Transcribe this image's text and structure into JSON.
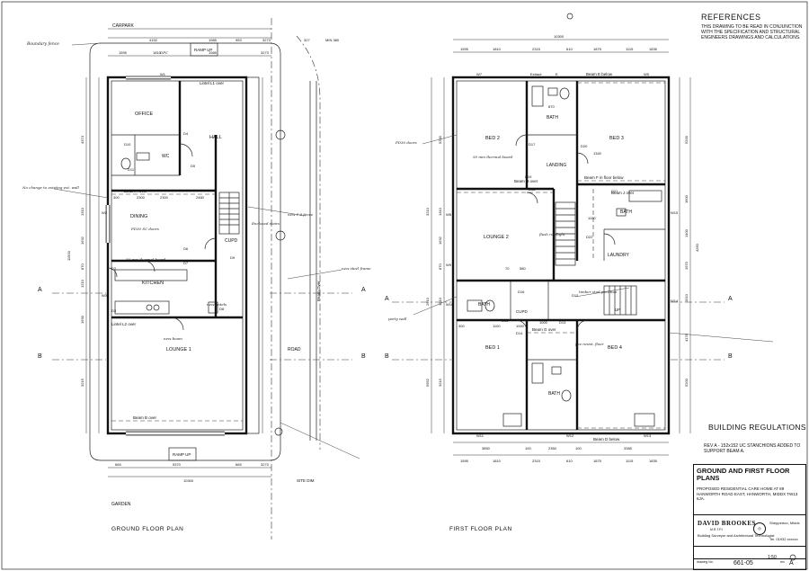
{
  "references": {
    "title": "REFERENCES",
    "note": "THIS DRAWING TO BE READ IN CONJUNCTION WITH THE SPECIFICATION AND STRUCTURAL ENGINEERS DRAWINGS AND CALCULATIONS."
  },
  "building_regulations": "BUILDING REGULATIONS",
  "revision_note": "REV A - 152x152 UC STANCHIONS ADDED TO SUPPORT BEAM A.",
  "title_block": {
    "title": "GROUND AND FIRST FLOOR PLANS",
    "project": "PROPOSED RESIDENTIAL CARE HOME AT 89 HANWORTH ROAD EAST, HANWORTH, MIDDX TW13 6JA.",
    "firm": "DAVID BROOKES",
    "firm_quals": "M.R.T.P.I",
    "firm_desc": "Building Surveyor and Architectural Technologist",
    "town": "Shepperton, Middx",
    "tel": "Tel. 01932 xxxxxx",
    "scale": "1:50",
    "drawing_no_label": "drawing No.",
    "drawing_no": "661-05",
    "rev_label": "rev",
    "rev": "A"
  },
  "ground_floor": {
    "caption": "GROUND FLOOR PLAN",
    "rooms": {
      "office": "OFFICE",
      "hall": "HALL",
      "wc": "WC",
      "dining": "DINING",
      "kitchen": "KITCHEN",
      "cupd": "CUPD",
      "lounge": "LOUNGE 1"
    },
    "labels": {
      "carpark": "CARPARK",
      "garden": "GARDEN",
      "ramp_up_top": "RAMP UP",
      "ramp_up_bottom": "RAMP UP",
      "road": "ROAD",
      "site_dim": "SITE DIM",
      "beam_a": "Beam A over",
      "beam_b": "Beam B over",
      "beam_over": "Beam Over",
      "lintel_l1": "Lintel L1 over",
      "lintel_l2": "Lintel L2 over",
      "section_a": "A",
      "section_b": "B",
      "w1": "W1",
      "w2": "W2",
      "w3": "W3",
      "d2": "D2",
      "d3": "D3",
      "d4": "D4",
      "d5": "D5",
      "d6": "D6",
      "d7": "D7",
      "d8": "D8",
      "d9": "D9",
      "d10": "D10",
      "d11": "D11"
    },
    "dims_top": [
      "4152",
      "1985",
      "953",
      "3273",
      "327",
      "MIN 380"
    ],
    "dims_top2": [
      "1595",
      "1810",
      "1985",
      "3273"
    ],
    "dims_bottom": [
      "665",
      "5370",
      "665",
      "3273"
    ],
    "dims_bottom_total": "10300",
    "dims_left": [
      "4374",
      "1310",
      "1632",
      "870",
      "1210",
      "1630",
      "3215",
      "11500"
    ],
    "dims_mid": [
      "2300",
      "2300",
      "2480",
      "300"
    ],
    "notes": {
      "boundary_fence": "Boundary fence",
      "dpc": "DPC",
      "no_change_ext": "No change to existing ext. wall",
      "fence_detail": "new 1.8 fence",
      "fd30": "FD30 SC doors",
      "thermal_board": "50 mm thermal board",
      "encl_stair": "Enclosed stairs",
      "new_steel": "new steel frame",
      "lintel_note": "new lintels",
      "beam_note": "new beam"
    }
  },
  "first_floor": {
    "caption": "FIRST FLOOR PLAN",
    "rooms": {
      "bath1": "BATH",
      "bed2": "BED 2",
      "bed3": "BED 3",
      "landing": "LANDING",
      "lounge2": "LOUNGE 2",
      "bath2": "BATH",
      "laundry": "LAUNDRY",
      "bath3": "BATH",
      "cupd": "CUPD",
      "bed1": "BED 1",
      "bath4": "BATH",
      "bed4": "BED 4",
      "landing_up": "UP"
    },
    "labels": {
      "beam_e": "Beam E below",
      "beam_f": "Beam F in floor below",
      "beam_g": "Beam G over",
      "beam_h": "Beam H over",
      "beam_j": "Beam J over",
      "beam_d": "Beam D below",
      "section_a": "A",
      "section_b": "B",
      "w5": "W5",
      "w7": "W7",
      "w8": "W8",
      "w9": "W9",
      "w10": "W10",
      "w11": "W11",
      "w12": "W12",
      "w13": "W13",
      "w14": "W14",
      "w15": "W15",
      "d12": "D12",
      "d13": "D13",
      "d14": "D14",
      "d15": "D15",
      "d16": "D16",
      "d17": "D17",
      "d18": "D18",
      "d19": "D19",
      "d20": "D20",
      "d21": "D21",
      "d22": "D22",
      "e": "E",
      "extract": "Extract"
    },
    "dims_top_total": "10300",
    "dims_top": [
      "1595",
      "1810",
      "2315",
      "610",
      "1875",
      "1115",
      "1835"
    ],
    "dims_top2": [
      "1595",
      "1810",
      "2315",
      "610",
      "1875",
      "1115",
      "1835"
    ],
    "dims_bottom": [
      "3850",
      "100",
      "2350",
      "100",
      "3385"
    ],
    "dims_bottom2": [
      "1595",
      "1810",
      "2315",
      "610",
      "1875",
      "1115",
      "1835"
    ],
    "dims_left": [
      "5200",
      "3210",
      "1310",
      "1632",
      "870",
      "2910",
      "1210",
      "3215",
      "5952"
    ],
    "dims_right": [
      "5200",
      "1600",
      "1400",
      "1970",
      "1510",
      "4250",
      "4178",
      "5200"
    ],
    "dims_inner": [
      "1340",
      "1100",
      "1000",
      "300",
      "1100",
      "1000",
      "70",
      "580",
      "870"
    ],
    "notes": {
      "fd30": "FD30 doors",
      "thermal": "50 mm thermal board",
      "party_wall": "party wall",
      "flush": "flush rooflight",
      "partition": "timber stud partition",
      "fire": "fire resist. floor"
    }
  }
}
